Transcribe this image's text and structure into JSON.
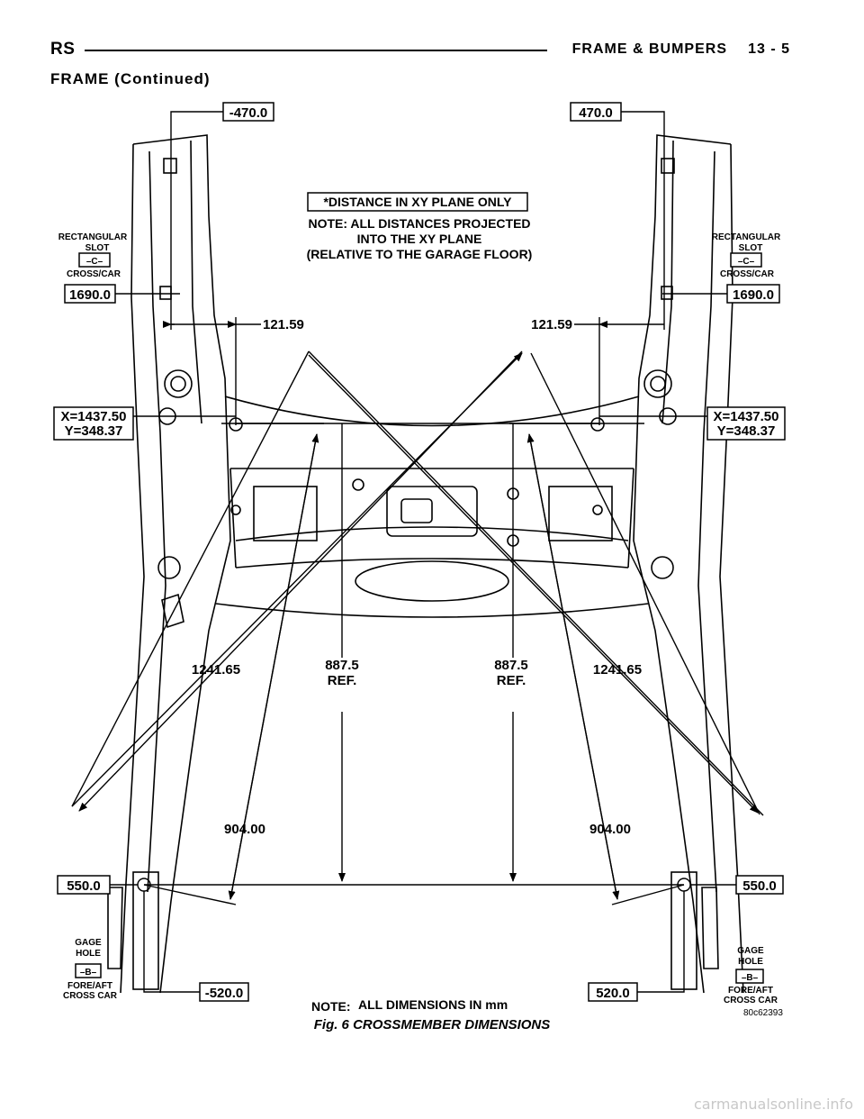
{
  "header": {
    "left": "RS",
    "section": "FRAME & BUMPERS",
    "page": "13 - 5"
  },
  "continued": "FRAME (Continued)",
  "notes": {
    "box": "*DISTANCE IN XY PLANE ONLY",
    "line1": "NOTE: ALL DISTANCES PROJECTED",
    "line2": "INTO THE XY PLANE",
    "line3": "(RELATIVE TO THE GARAGE FLOOR)",
    "bottom_prefix": "NOTE:",
    "bottom_text": "ALL DIMENSIONS IN mm"
  },
  "callouts": {
    "top_left": "-470.0",
    "top_right": "470.0",
    "slot_left": "1690.0",
    "slot_right": "1690.0",
    "coord_x": "X=1437.50",
    "coord_y": "Y=348.37",
    "coord_x_r": "X=1437.50",
    "coord_y_r": "Y=348.37",
    "hole_left": "550.0",
    "hole_right": "550.0",
    "bottom_left": "-520.0",
    "bottom_right": "520.0"
  },
  "labels": {
    "rect_1": "RECTANGULAR",
    "rect_2": "SLOT",
    "rect_c": "–C–",
    "rect_3": "CROSS/CAR",
    "gage_1": "GAGE",
    "gage_2": "HOLE",
    "gage_b": "–B–",
    "gage_3": "FORE/AFT",
    "gage_4": "CROSS CAR"
  },
  "dimensions": {
    "width_left": "121.59",
    "width_right": "121.59",
    "diag_left": "1241.65",
    "diag_right": "1241.65",
    "ref_val": "887.5",
    "ref_tag": "REF.",
    "short_left": "904.00",
    "short_right": "904.00"
  },
  "caption": "Fig. 6 CROSSMEMBER DIMENSIONS",
  "figure_id": "80c62393",
  "watermark": "carmanualsonline.info"
}
